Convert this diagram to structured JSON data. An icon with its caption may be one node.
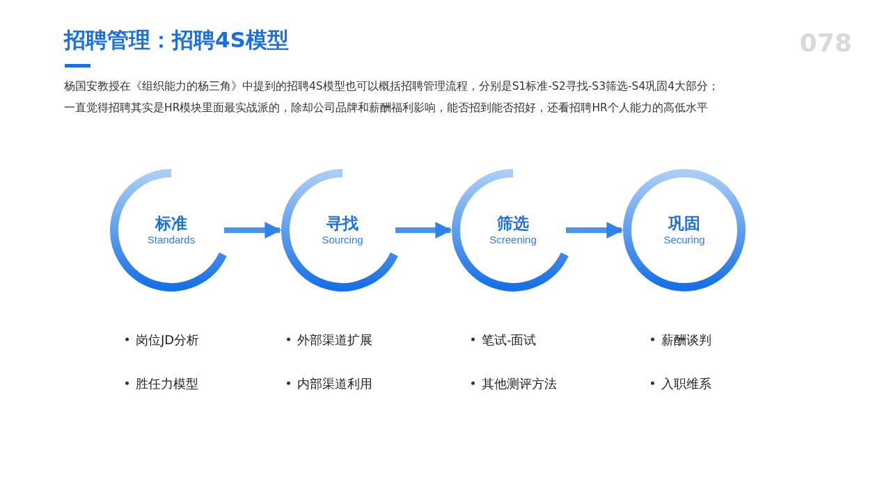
{
  "diagram": {
    "title": "招聘管理：招聘4S模型",
    "nodes": [
      {
        "text": [
          "标准",
          "Standards"
        ]
      },
      {
        "text": [
          "寻找",
          "Sourcing"
        ]
      },
      {
        "text": [
          "筛选",
          "Screening"
        ]
      },
      {
        "text": [
          "巩固",
          "Securing"
        ]
      }
    ],
    "edges": [
      {
        "from": 0,
        "to": 1,
        "arrow": "to"
      },
      {
        "from": 1,
        "to": 2,
        "arrow": "to"
      },
      {
        "from": 2,
        "to": 3,
        "arrow": "to"
      }
    ],
    "labels": [
      "078",
      "杨国安教授在《组织能力的杨三角》中提到的招聘4S模型也可以概括招聘管理流程，分别是S1标准-S2寻找-S3筛选-S4巩固4大部分；",
      "一直觉得招聘其实是HR模块里面最实战派的，除却公司品牌和薪酬福利影响，能否招到能否招好，还看招聘HR个人能力的高低水平",
      "岗位JD分析",
      "外部渠道扩展",
      "笔试-面试",
      "薪酬谈判",
      "胜任力模型",
      "内部渠道利用",
      "其他测评方法",
      "入职维系"
    ]
  }
}
